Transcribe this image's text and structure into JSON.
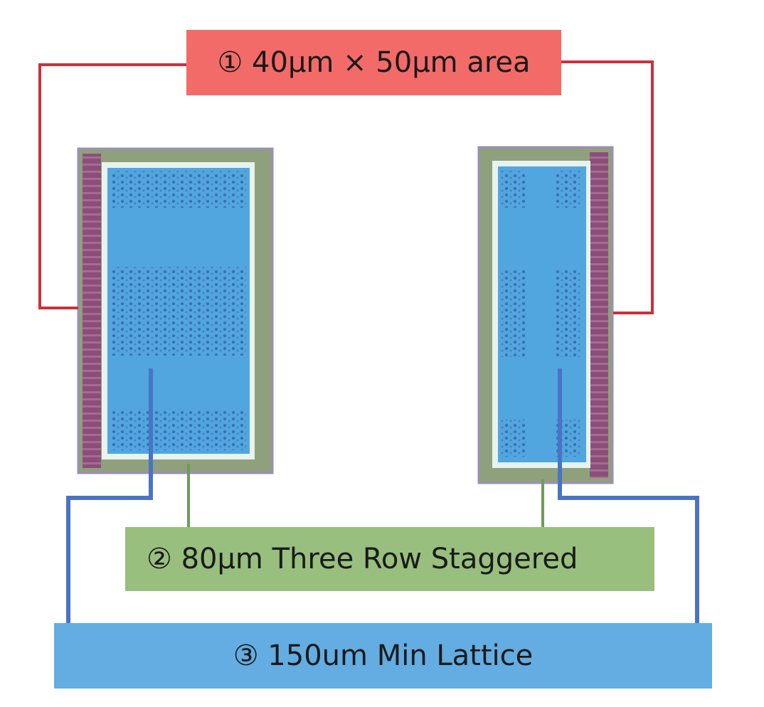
{
  "colors": {
    "area_box": "#f26b68",
    "area_line": "#c8323a",
    "staggered_box": "#98bf7e",
    "staggered_line": "#6e9b5a",
    "lattice_box": "#63ade2",
    "lattice_line": "#4a74c2",
    "chip_frame": "#8fa07c",
    "chip_stripe": "#8a4f78",
    "chip_pad": "#52a6e0",
    "chip_dot": "#3a72b2",
    "background": "#ffffff"
  },
  "labels": {
    "area": "① 40μm × 50μm area",
    "staggered": "② 80μm Three Row Staggered",
    "lattice": "③ 150um Min  Lattice"
  }
}
